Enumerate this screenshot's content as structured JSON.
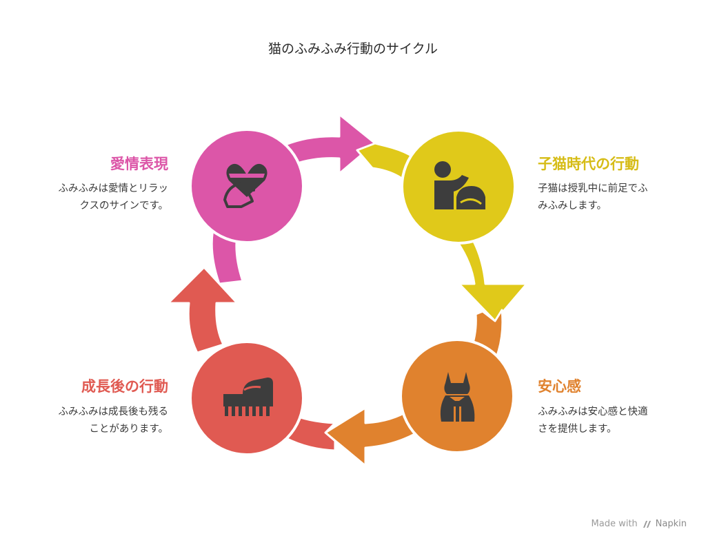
{
  "title": "猫のふみふみ行動のサイクル",
  "stages": [
    {
      "title": "子猫時代の行動",
      "desc_line1": "子猫は授乳中に前足でふ",
      "desc_line2": "みふみします。",
      "color": "#E0C91A",
      "icon": "kitten-nursing-icon"
    },
    {
      "title": "安心感",
      "desc_line1": "ふみふみは安心感と快適",
      "desc_line2": "さを提供します。",
      "color": "#E0822E",
      "icon": "cat-sitting-icon"
    },
    {
      "title": "成長後の行動",
      "desc_line1": "ふみふみは成長後も残る",
      "desc_line2": "ことがあります。",
      "color": "#E05A52",
      "icon": "paw-kneading-icon"
    },
    {
      "title": "愛情表現",
      "desc_line1": "ふみふみは愛情とリラッ",
      "desc_line2": "クスのサインです。",
      "color": "#DC56A8",
      "icon": "heart-hand-icon"
    }
  ],
  "footer": {
    "made_with": "Made with",
    "brand": "Napkin"
  }
}
